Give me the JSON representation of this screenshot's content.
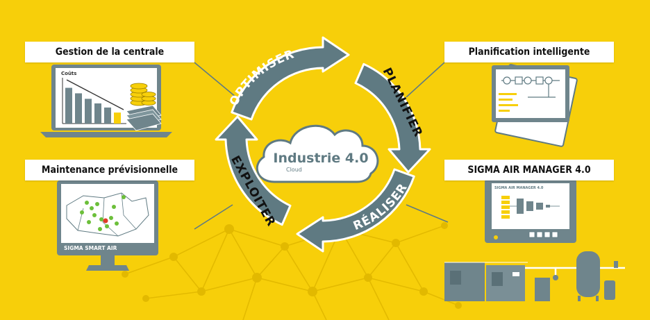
{
  "colors": {
    "background": "#f7cf0a",
    "cycle_arrow": "#5f7a82",
    "cloud": "#ffffff",
    "cloud_outline": "#5f7a82",
    "text_dark": "#111111",
    "network": "#e0b800",
    "device": "#6f858c",
    "chart_bar": "#6f858c",
    "highlight": "#f7cf0a"
  },
  "center": {
    "title": "Industrie 4.0",
    "subtitle": "Cloud"
  },
  "cycle": {
    "optimiser": "OPTIMISER",
    "planifier": "PLANIFIER",
    "realiser": "RÉALISER",
    "exploiter": "EXPLOITER"
  },
  "boxes": {
    "gestion": "Gestion de la centrale",
    "maintenance": "Maintenance prévisionnelle",
    "planification": "Planification intelligente",
    "sam": "SIGMA AIR MANAGER 4.0"
  },
  "laptop": {
    "chart_label": "Coûts",
    "bars": [
      0.78,
      0.66,
      0.54,
      0.44,
      0.35,
      0.24
    ]
  },
  "monitor": {
    "brand": "SIGMA SMART AIR"
  },
  "controller": {
    "title": "SIGMA AIR MANAGER 4.0"
  },
  "icons": {
    "laptop": "laptop-icon",
    "coins": "coins-icon",
    "cash": "cash-stack-icon",
    "monitor": "monitor-icon",
    "map_pin": "map-pin-icon",
    "blueprint": "blueprint-icon",
    "controller": "controller-icon",
    "compressor": "compressor-icon",
    "tank": "air-tank-icon",
    "cloud": "cloud-icon",
    "network": "network-mesh-icon"
  }
}
